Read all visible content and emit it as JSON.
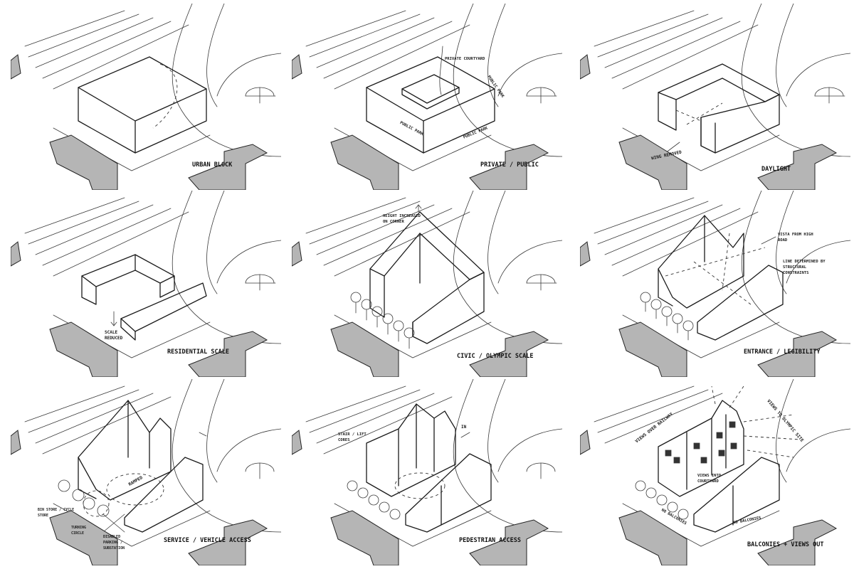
{
  "panels": [
    {
      "id": "p1",
      "title": "URBAN BLOCK",
      "notes": []
    },
    {
      "id": "p2",
      "title": "PRIVATE / PUBLIC",
      "notes": [
        "PRIVATE COURTYARD",
        "PUBLIC PARK",
        "PUBLIC PARK",
        "PUBLIC PARK"
      ]
    },
    {
      "id": "p3",
      "title": "DAYLIGHT",
      "notes": [
        "WING REMOVED"
      ]
    },
    {
      "id": "p4",
      "title": "RESIDENTIAL SCALE",
      "notes": [
        "SCALE REDUCED"
      ]
    },
    {
      "id": "p5",
      "title": "CIVIC / OLYMPIC SCALE",
      "notes": [
        "HEIGHT INCREASED ON CORNER"
      ]
    },
    {
      "id": "p6",
      "title": "ENTRANCE / LEGIBILITY",
      "notes": [
        "VISTA FROM HIGH ROAD",
        "LINE DETERMINED BY STRUCTURAL CONSTRAINTS"
      ]
    },
    {
      "id": "p7",
      "title": "SERVICE / VEHICLE ACCESS",
      "notes": [
        "RAMPED",
        "BIN STORE / CYCLE STORE",
        "TURNING CIRCLE",
        "DISABLED PARKING / SUBSTATION"
      ]
    },
    {
      "id": "p8",
      "title": "PEDESTRIAN ACCESS",
      "notes": [
        "STAIR / LIFT CORES",
        "IN"
      ]
    },
    {
      "id": "p9",
      "title": "BALCONIES + VIEWS OUT",
      "notes": [
        "VIEWS OVER RAILWAY",
        "VIEWS TO OLYMPIC SITE",
        "VIEWS INTO COURTYARD",
        "NO BALCONIES",
        "NO BALCONIES"
      ]
    }
  ]
}
